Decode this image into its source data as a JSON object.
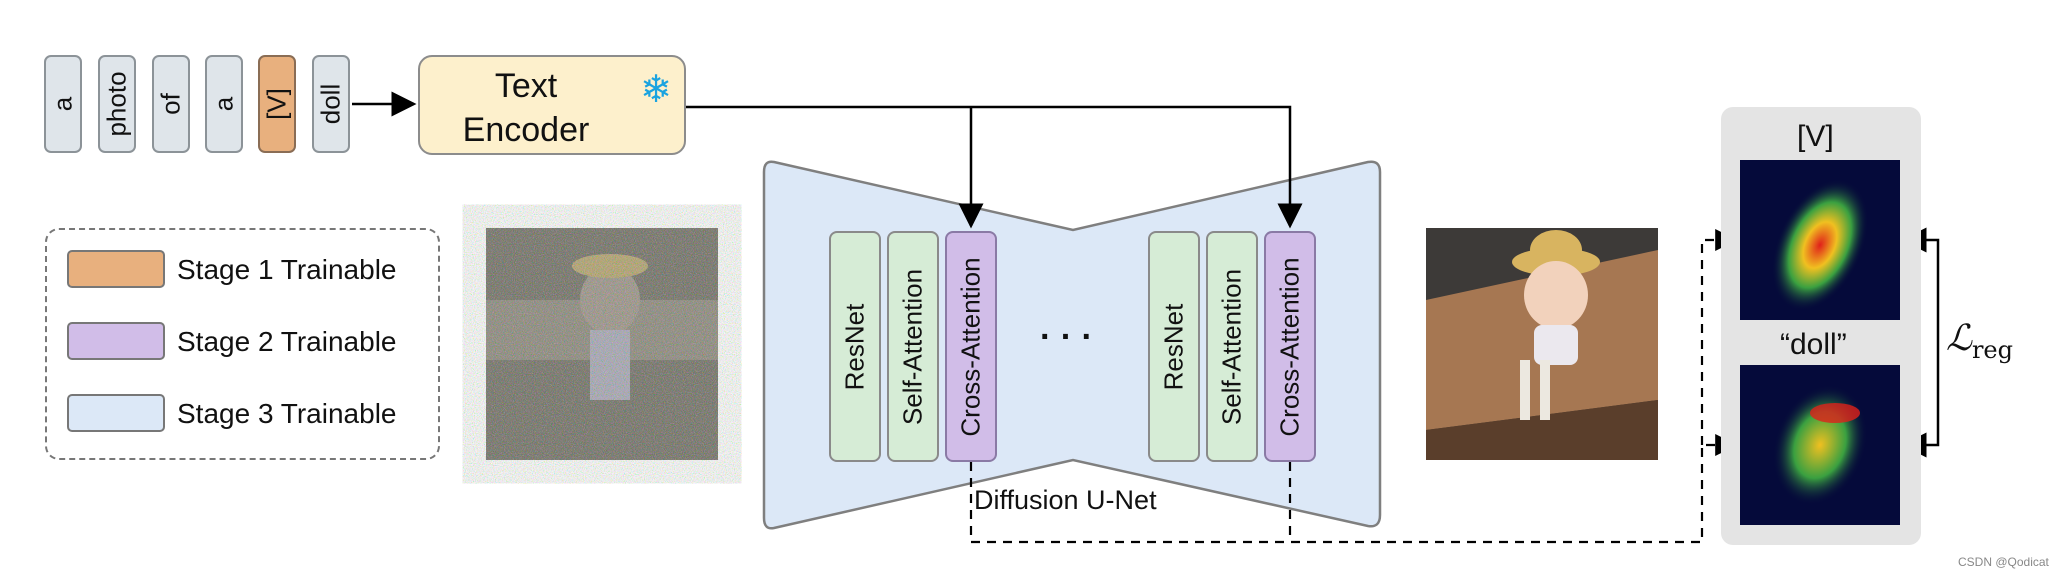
{
  "tokens": [
    "a",
    "photo",
    "of",
    "a",
    "[V]",
    "doll"
  ],
  "encoder": {
    "line1": "Text",
    "line2": "Encoder",
    "frozen_icon": "snowflake-icon"
  },
  "legend": [
    {
      "label": "Stage 1 Trainable",
      "color": "#e8b07e"
    },
    {
      "label": "Stage 2 Trainable",
      "color": "#d1bde8"
    },
    {
      "label": "Stage 3 Trainable",
      "color": "#dce8f7"
    }
  ],
  "unet": {
    "label": "Diffusion U-Net",
    "left_blocks": [
      "ResNet",
      "Self-Attention",
      "Cross-Attention"
    ],
    "right_blocks": [
      "ResNet",
      "Self-Attention",
      "Cross-Attention"
    ],
    "ellipsis": "· · ·"
  },
  "maps": {
    "top_label": "[V]",
    "bottom_label": "“doll”"
  },
  "loss": {
    "symbol": "ℒ",
    "subscript": "reg"
  },
  "watermark": "CSDN @Qodicat",
  "colors": {
    "stage1": "#e8b07e",
    "stage2": "#d1bde8",
    "stage3": "#dce8f7",
    "resnet": "#d6ecd6",
    "encoder": "#fdf0cc"
  }
}
